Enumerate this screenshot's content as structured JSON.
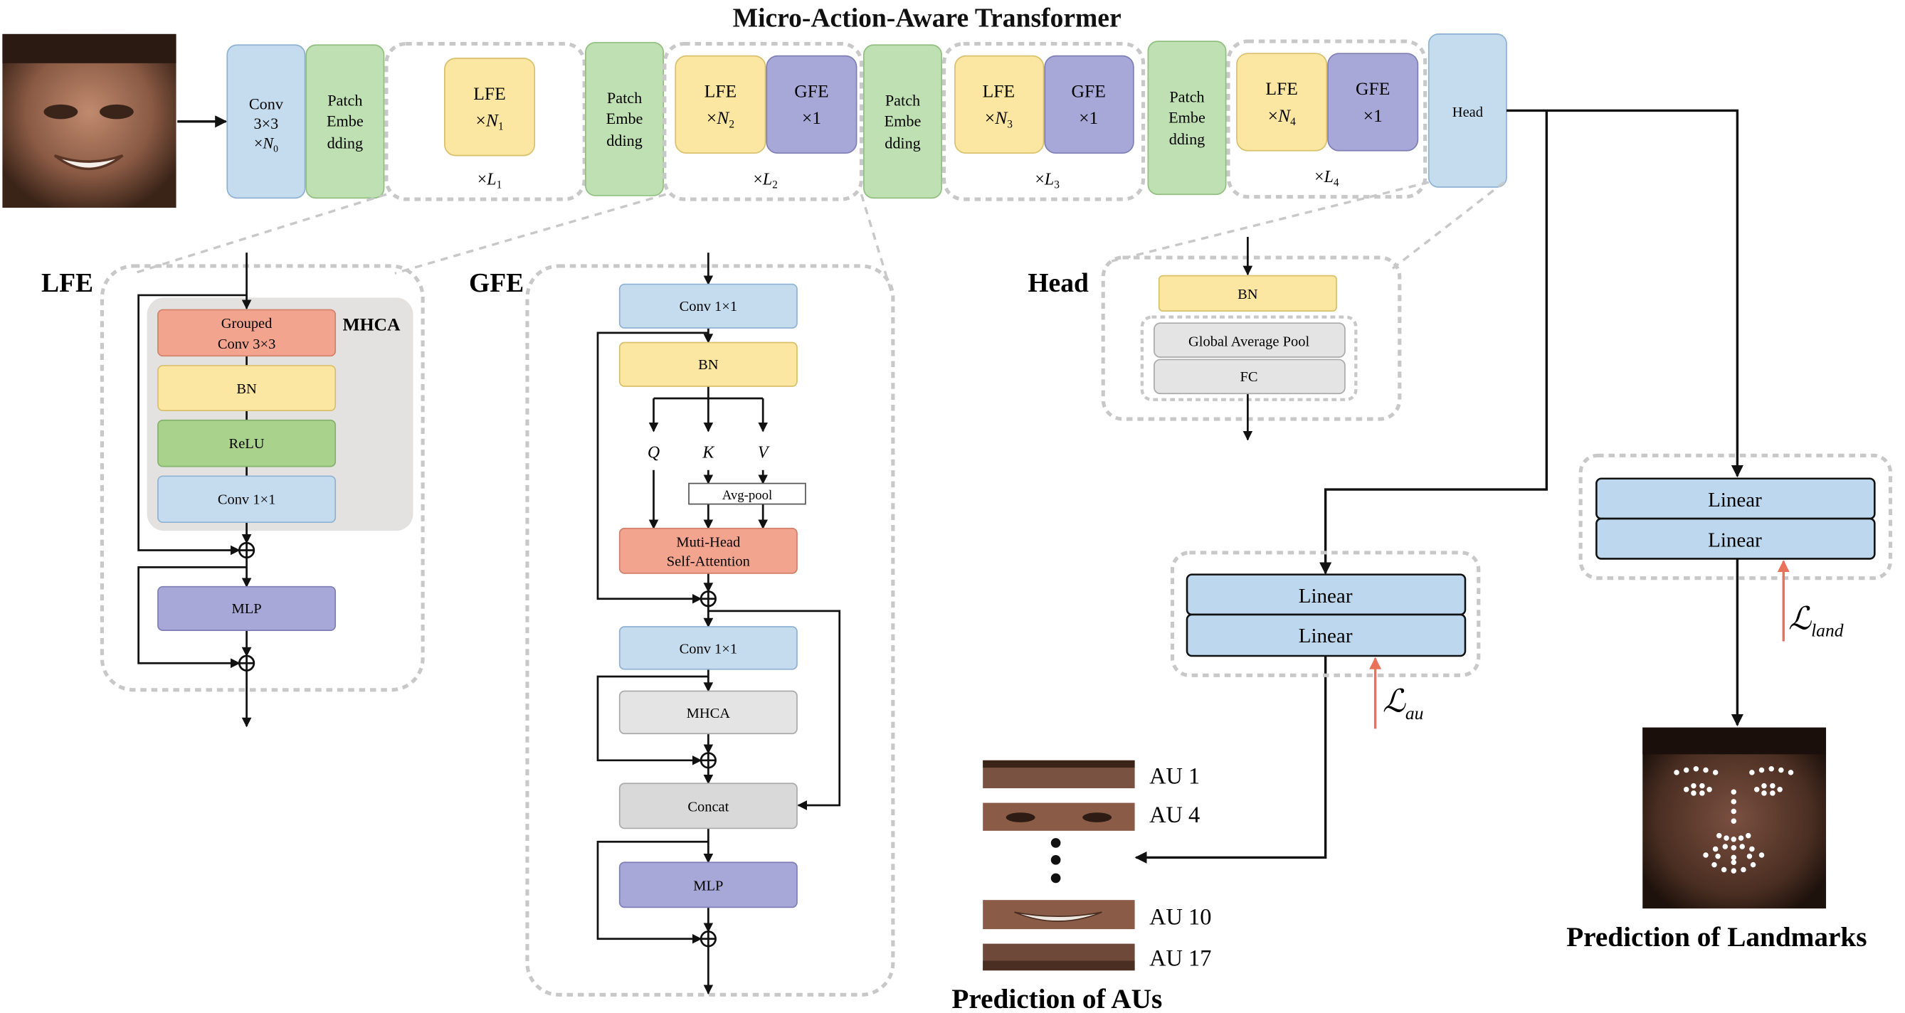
{
  "title": "Micro-Action-Aware Transformer",
  "colors": {
    "blue": "#c5dcef",
    "blue_stroke": "#8fb2d2",
    "green": "#bfe0b2",
    "green_stroke": "#91bf80",
    "yellow": "#fbe7a1",
    "yellow_stroke": "#d9c06c",
    "purple": "#a7a7d8",
    "purple_stroke": "#7f7fb6",
    "salmon": "#f3a48e",
    "salmon_stroke": "#d2806a",
    "relu_green": "#a9d38c",
    "gray_box": "#e4e4e4",
    "mhca_panel": "#e3e2e1",
    "linear": "#bcd7ee",
    "arrow": "#111111",
    "loss_arrow": "#e8735a",
    "dashed": "#c8c8c8"
  },
  "top": {
    "conv": {
      "l1": "Conv",
      "l2": "3×3",
      "l3": "×",
      "l3v": "N",
      "l3s": "0"
    },
    "patch": [
      "Patch",
      "Embe",
      "dding"
    ],
    "stages": [
      {
        "lfe": "LFE",
        "lfe_n": "N",
        "lfe_sub": "1",
        "l": "L",
        "l_sub": "1"
      },
      {
        "lfe": "LFE",
        "lfe_n": "N",
        "lfe_sub": "2",
        "gfe": "GFE",
        "gfe_x": "×1",
        "l": "L",
        "l_sub": "2"
      },
      {
        "lfe": "LFE",
        "lfe_n": "N",
        "lfe_sub": "3",
        "gfe": "GFE",
        "gfe_x": "×1",
        "l": "L",
        "l_sub": "3"
      },
      {
        "lfe": "LFE",
        "lfe_n": "N",
        "lfe_sub": "4",
        "gfe": "GFE",
        "gfe_x": "×1",
        "l": "L",
        "l_sub": "4"
      }
    ],
    "head": "Head"
  },
  "lfe": {
    "label": "LFE",
    "mhca": "MHCA",
    "grouped1": "Grouped",
    "grouped2": "Conv 3×3",
    "bn": "BN",
    "relu": "ReLU",
    "conv": "Conv 1×1",
    "mlp": "MLP"
  },
  "gfe": {
    "label": "GFE",
    "conv_top": "Conv 1×1",
    "bn": "BN",
    "q": "Q",
    "k": "K",
    "v": "V",
    "avgpool": "Avg-pool",
    "attn1": "Muti-Head",
    "attn2": "Self-Attention",
    "conv2": "Conv 1×1",
    "mhca": "MHCA",
    "concat": "Concat",
    "mlp": "MLP"
  },
  "head": {
    "label": "Head",
    "bn": "BN",
    "gap": "Global Average Pool",
    "fc": "FC"
  },
  "au_branch": {
    "linear1": "Linear",
    "linear2": "Linear",
    "loss": "au",
    "items": [
      "AU 1",
      "AU 4",
      "AU 10",
      "AU 17"
    ],
    "caption": "Prediction of AUs"
  },
  "land_branch": {
    "linear1": "Linear",
    "linear2": "Linear",
    "loss": "land",
    "caption": "Prediction of Landmarks"
  }
}
